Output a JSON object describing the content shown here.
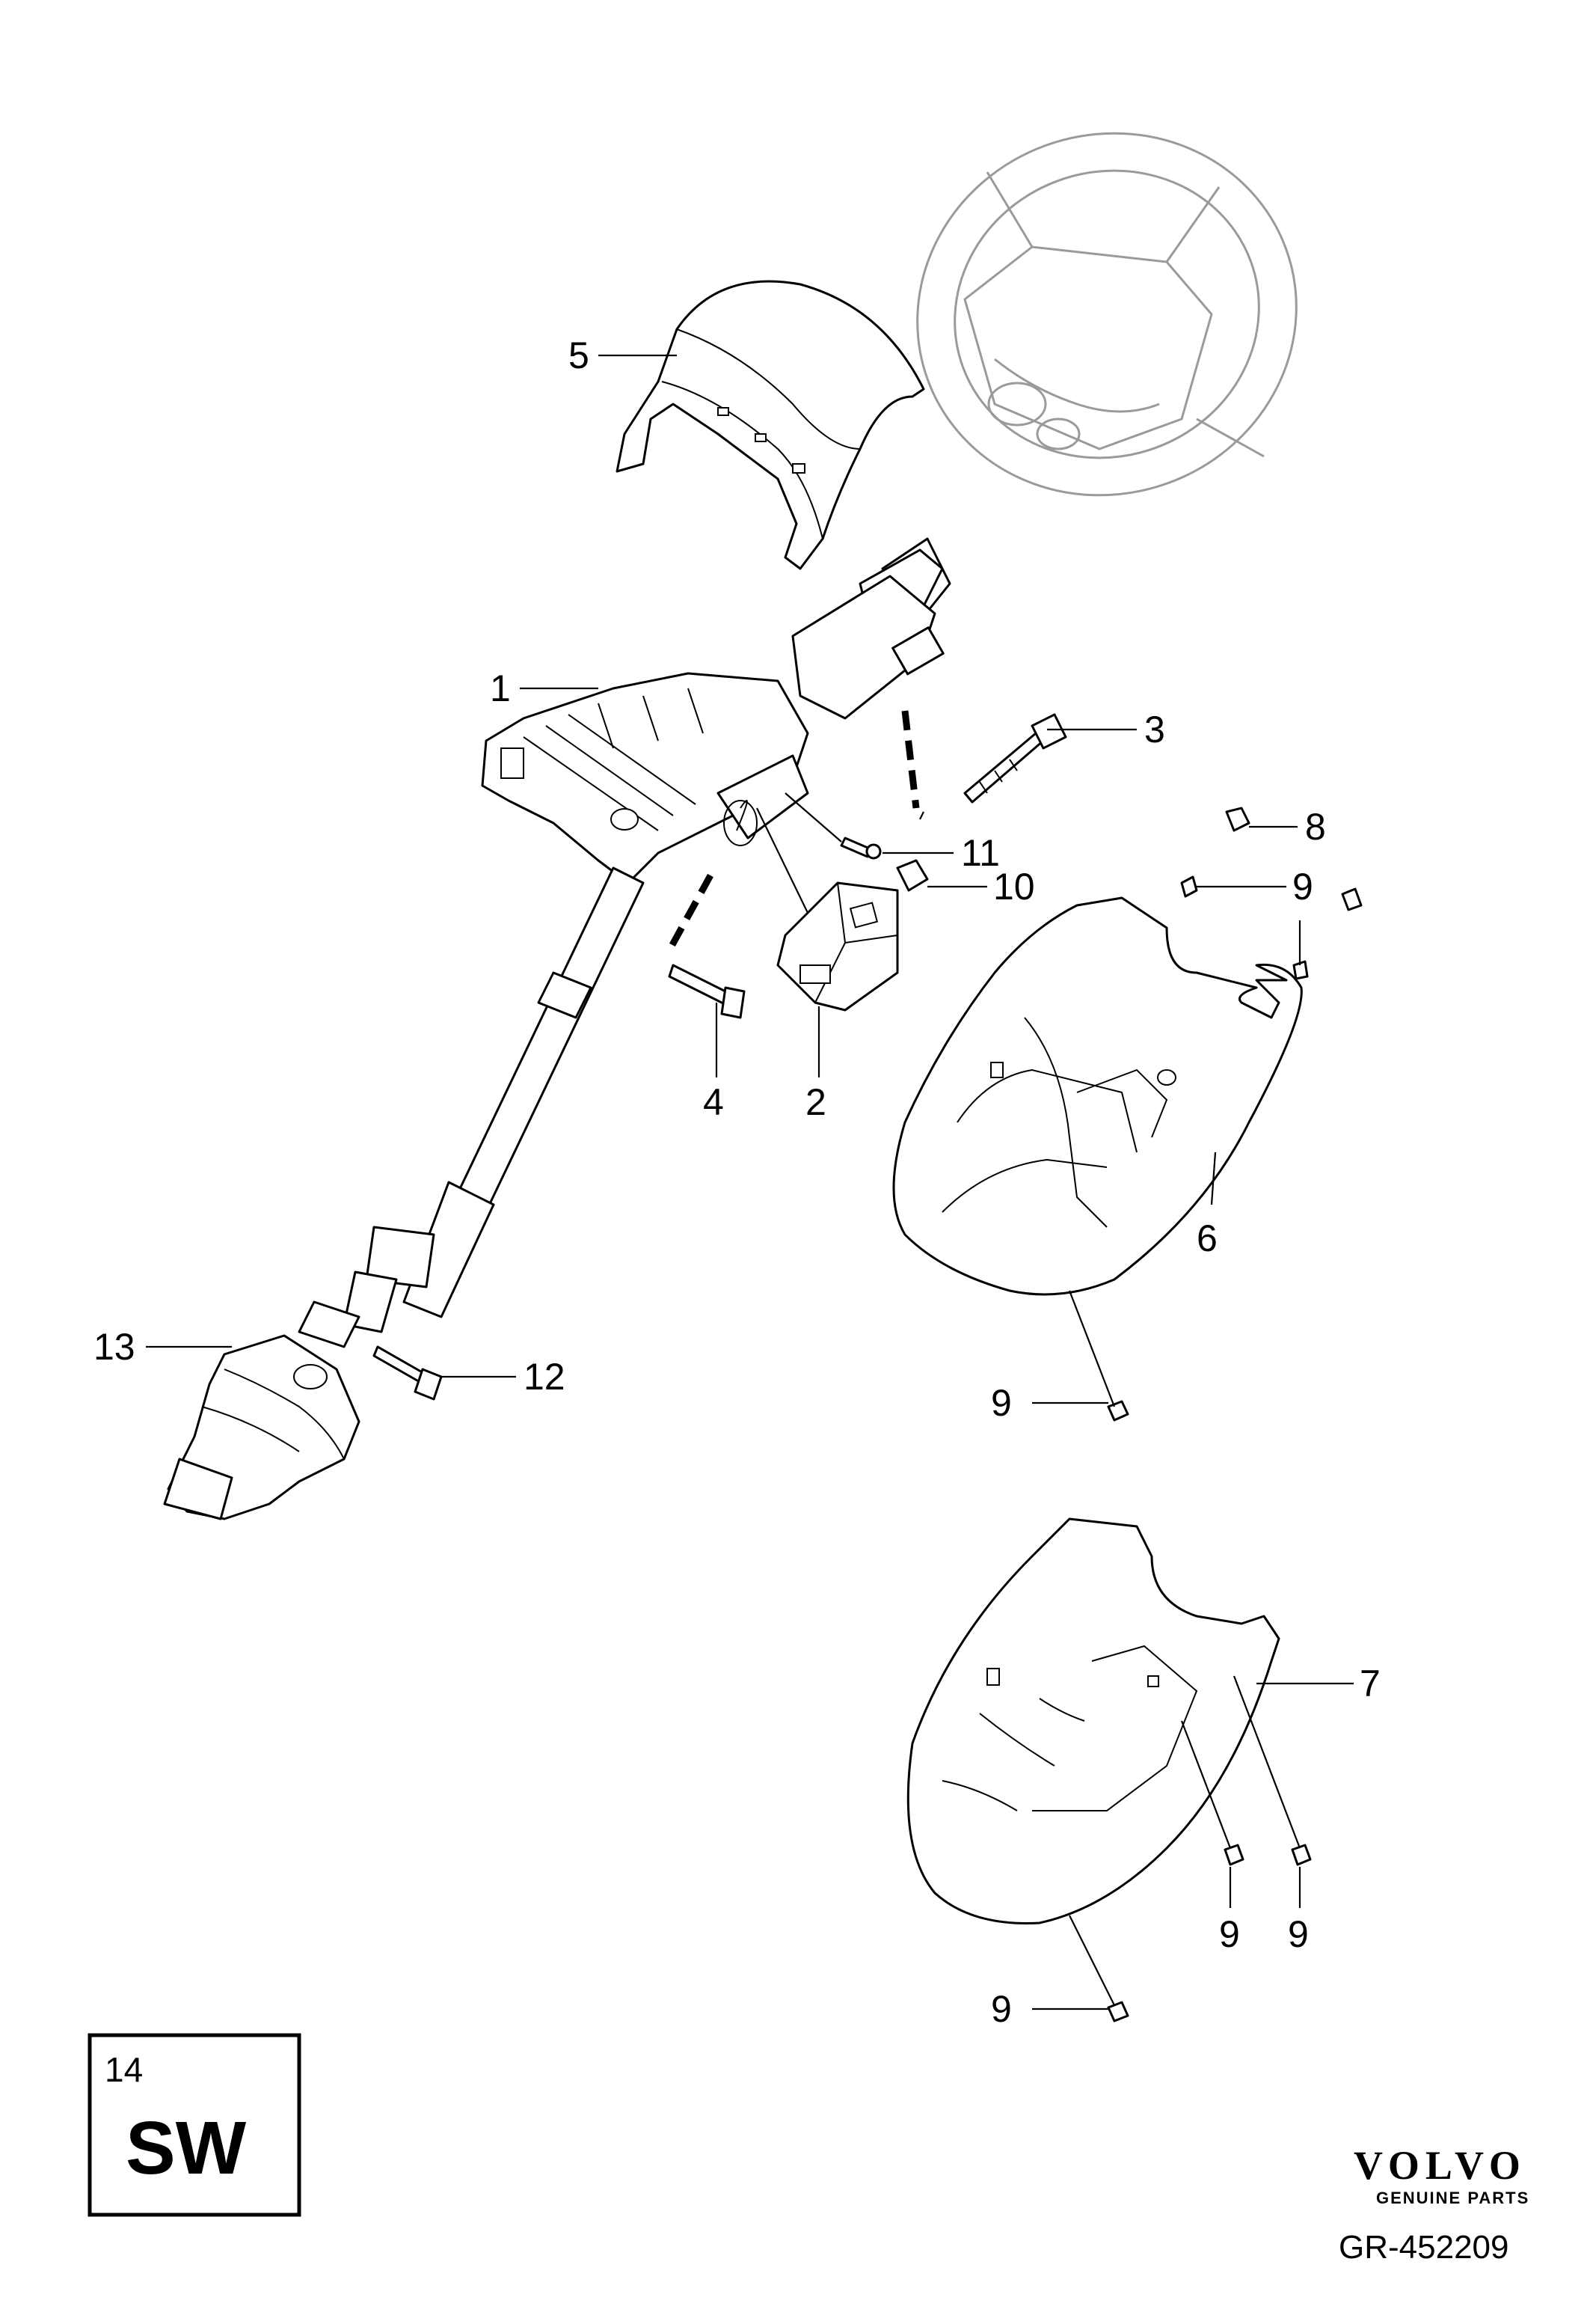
{
  "callouts": {
    "c1": "1",
    "c2": "2",
    "c3": "3",
    "c4": "4",
    "c5": "5",
    "c6": "6",
    "c7": "7",
    "c8": "8",
    "c9a": "9",
    "c9b": "9",
    "c9c": "9",
    "c9d": "9",
    "c9e": "9",
    "c10": "10",
    "c11": "11",
    "c12": "12",
    "c13": "13"
  },
  "section_box": {
    "number": "14",
    "code": "SW"
  },
  "brand": {
    "name": "VOLVO",
    "tagline": "GENUINE PARTS"
  },
  "reference": "GR-452209"
}
